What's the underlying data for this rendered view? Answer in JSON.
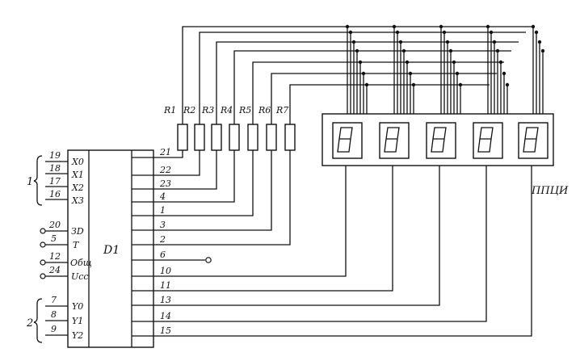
{
  "chip": {
    "name": "D1",
    "inputs": [
      {
        "pin": "19",
        "label": "X0"
      },
      {
        "pin": "18",
        "label": "X1"
      },
      {
        "pin": "17",
        "label": "X2"
      },
      {
        "pin": "16",
        "label": "X3"
      }
    ],
    "controls": [
      {
        "pin": "20",
        "label": "ЗD"
      },
      {
        "pin": "5",
        "label": "T"
      },
      {
        "pin": "12",
        "label": "Общ"
      },
      {
        "pin": "24",
        "label": "Ucc"
      }
    ],
    "y_pins": [
      {
        "pin": "7",
        "label": "Y0"
      },
      {
        "pin": "8",
        "label": "Y1"
      },
      {
        "pin": "9",
        "label": "Y2"
      }
    ],
    "outputs": [
      "21",
      "22",
      "23",
      "4",
      "1",
      "3",
      "2",
      "6",
      "10",
      "11",
      "13",
      "14",
      "15"
    ]
  },
  "groups": {
    "inputs": "1",
    "y": "2"
  },
  "resistors": [
    "R1",
    "R2",
    "R3",
    "R4",
    "R5",
    "R6",
    "R7"
  ],
  "display": {
    "label": "ППЦИ",
    "digits": 5
  }
}
